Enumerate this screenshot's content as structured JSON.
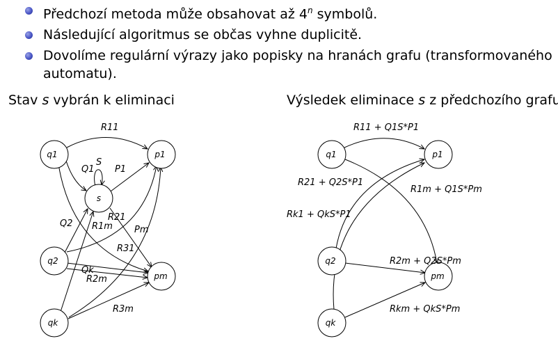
{
  "bullets": [
    {
      "text_before": "Předchozí metoda může obsahovat až 4",
      "sup": "n",
      "text_after": " symbolů."
    },
    {
      "text": "Následující algoritmus se občas vyhne duplicitě."
    },
    {
      "text": "Dovolíme regulární výrazy jako popisky na hranách grafu (transformovaného automatu)."
    }
  ],
  "captions": {
    "left_before": "Stav ",
    "left_var": "s",
    "left_after": " vybrán k eliminaci",
    "right_before": "Výsledek eliminace ",
    "right_var": "s",
    "right_after": " z předchozího grafu."
  },
  "left_graph": {
    "nodes": {
      "q1": "q1",
      "p1": "p1",
      "s": "s",
      "q2": "q2",
      "pm": "pm",
      "qk": "qk"
    },
    "edge_labels": {
      "R11": "R11",
      "S": "S",
      "Q1": "Q1",
      "P1": "P1",
      "Q2": "Q2",
      "R1m": "R1m",
      "R21": "R21",
      "Pm": "Pm",
      "R31": "R31",
      "Qk": "Qk",
      "R2m": "R2m",
      "R3m": "R3m"
    }
  },
  "right_graph": {
    "nodes": {
      "q1": "q1",
      "p1": "p1",
      "q2": "q2",
      "pm": "pm",
      "qk": "qk"
    },
    "edge_labels": {
      "e11": "R11 + Q1S*P1",
      "e21": "R21 + Q2S*P1",
      "e1m": "R1m + Q1S*Pm",
      "ek1": "Rk1 + QkS*P1",
      "e2m": "R2m + Q2S*Pm",
      "ekm": "Rkm + QkS*Pm"
    }
  }
}
